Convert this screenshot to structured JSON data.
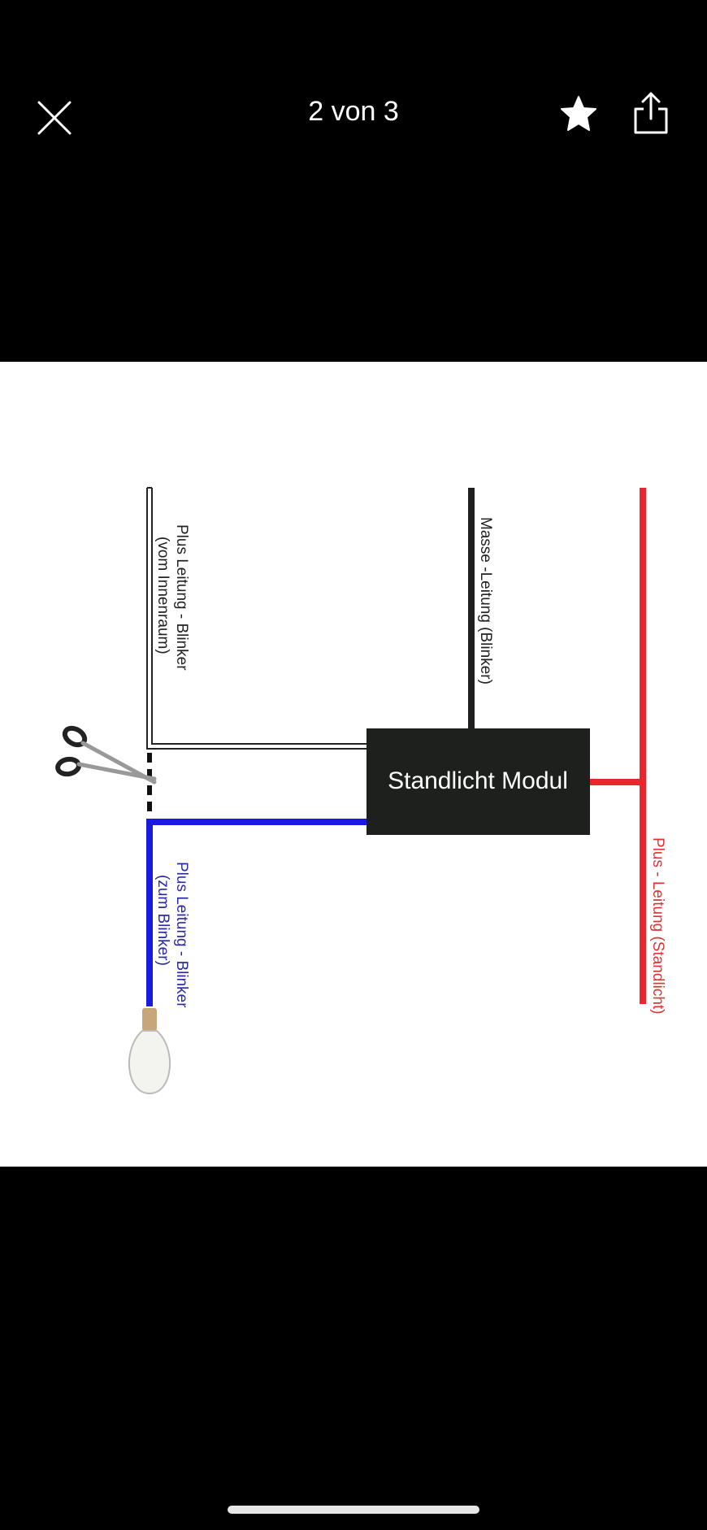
{
  "header": {
    "title": "2 von 3",
    "close_icon": "close-icon",
    "favorite_icon": "star-icon",
    "share_icon": "share-icon"
  },
  "diagram": {
    "module_label": "Standlicht Modul",
    "white_wire_label_1": "Plus Leitung - Blinker",
    "white_wire_label_2": "(vom Innenraum)",
    "ground_wire_label": "Masse -Leitung (Blinker)",
    "blue_wire_label_1": "Plus Leitung - Blinker",
    "blue_wire_label_2": "(zum Blinker)",
    "red_wire_label": "Plus - Leitung (Standlicht)",
    "colors": {
      "red": "#e8262b",
      "blue": "#1a1ae0",
      "black": "#1f1f1f",
      "module": "#1e201d"
    }
  }
}
